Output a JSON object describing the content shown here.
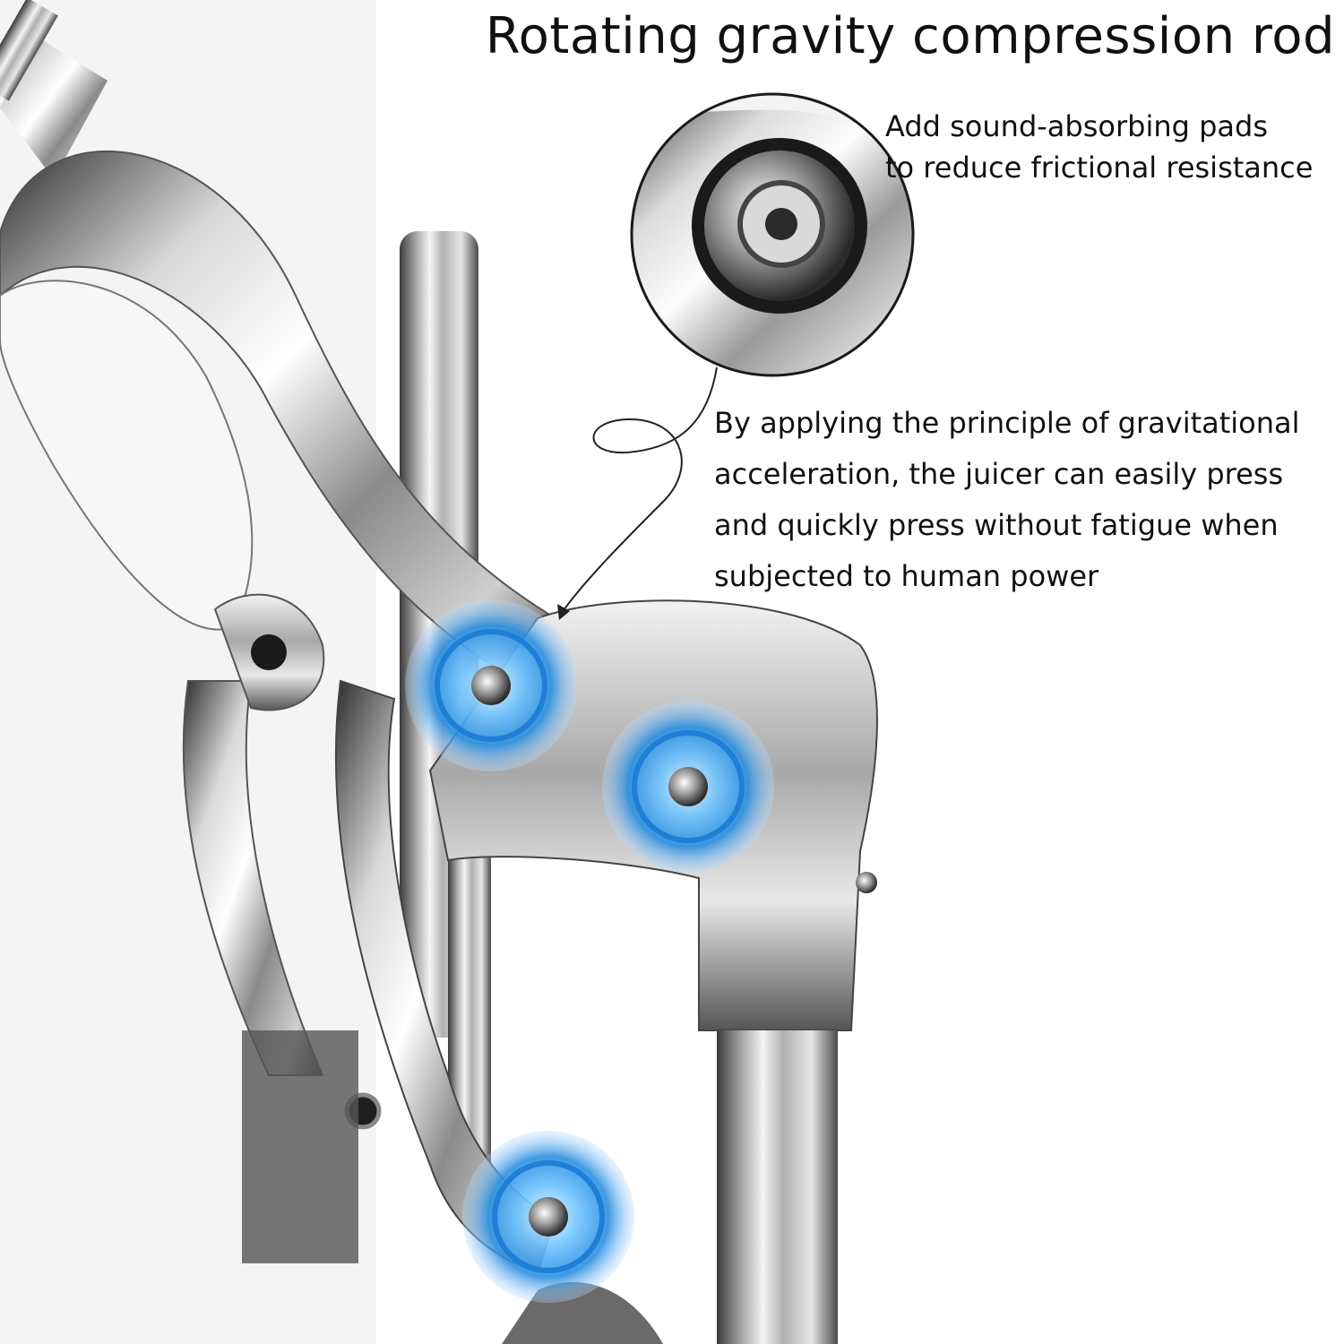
{
  "title": "Rotating gravity compression rod",
  "zoom_callout": {
    "lines": [
      "Add sound-absorbing pads",
      "to reduce frictional resistance"
    ]
  },
  "main_callout": {
    "lines": [
      "By applying the principle of gravitational",
      "acceleration, the juicer can easily press",
      "and quickly press without fatigue when",
      "subjected to human power"
    ]
  }
}
